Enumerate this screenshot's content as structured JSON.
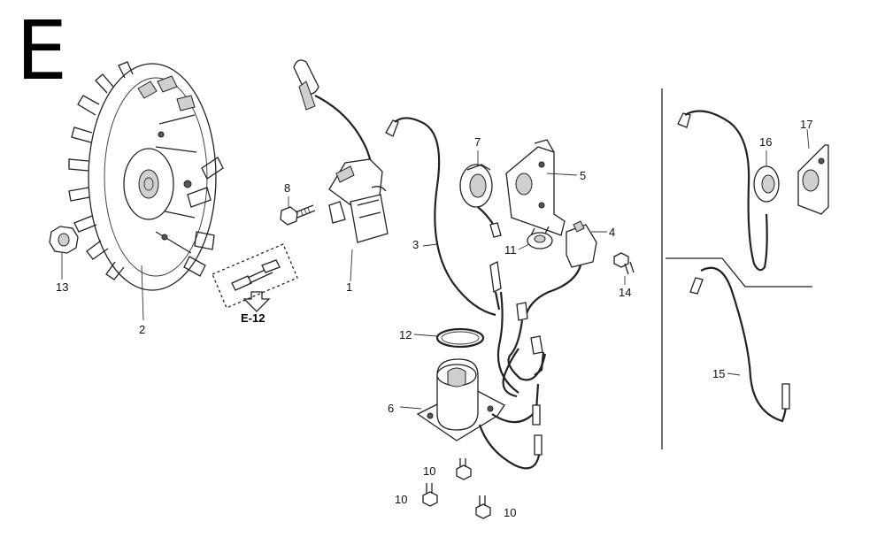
{
  "section_letter": "E",
  "reference_label": "E-12",
  "callouts": [
    {
      "id": "1",
      "label": "1"
    },
    {
      "id": "2",
      "label": "2"
    },
    {
      "id": "3",
      "label": "3"
    },
    {
      "id": "4",
      "label": "4"
    },
    {
      "id": "5",
      "label": "5"
    },
    {
      "id": "6",
      "label": "6"
    },
    {
      "id": "7",
      "label": "7"
    },
    {
      "id": "8",
      "label": "8"
    },
    {
      "id": "10a",
      "label": "10"
    },
    {
      "id": "10b",
      "label": "10"
    },
    {
      "id": "10c",
      "label": "10"
    },
    {
      "id": "11",
      "label": "11"
    },
    {
      "id": "12",
      "label": "12"
    },
    {
      "id": "13",
      "label": "13"
    },
    {
      "id": "14",
      "label": "14"
    },
    {
      "id": "15",
      "label": "15"
    },
    {
      "id": "16",
      "label": "16"
    },
    {
      "id": "17",
      "label": "17"
    }
  ]
}
